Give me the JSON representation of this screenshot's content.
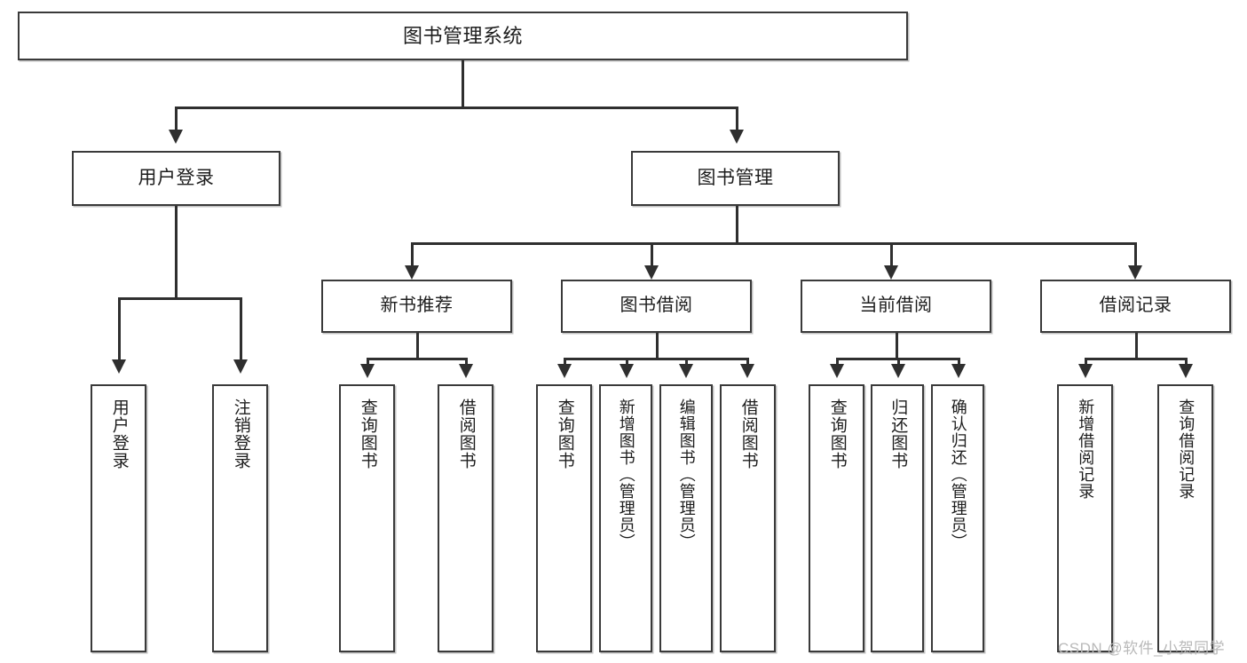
{
  "diagram": {
    "kind": "function-structure-tree",
    "root": {
      "label": "图书管理系统"
    },
    "level2": [
      {
        "label": "用户登录"
      },
      {
        "label": "图书管理"
      }
    ],
    "level3": [
      {
        "label": "新书推荐"
      },
      {
        "label": "图书借阅"
      },
      {
        "label": "当前借阅"
      },
      {
        "label": "借阅记录"
      }
    ],
    "leaves": {
      "user_login": [
        {
          "label": "用户登录"
        },
        {
          "label": "注销登录"
        }
      ],
      "new_book_recommend": [
        {
          "label": "查询图书"
        },
        {
          "label": "借阅图书"
        }
      ],
      "book_borrow": [
        {
          "label": "查询图书"
        },
        {
          "label": "新增图书（管理员）"
        },
        {
          "label": "编辑图书（管理员）"
        },
        {
          "label": "借阅图书"
        }
      ],
      "current_borrow": [
        {
          "label": "查询图书"
        },
        {
          "label": "归还图书"
        },
        {
          "label": "确认归还（管理员）"
        }
      ],
      "borrow_record": [
        {
          "label": "新增借阅记录"
        },
        {
          "label": "查询借阅记录"
        }
      ]
    }
  },
  "watermark": {
    "text": "CSDN @软件_小贺同学"
  },
  "colors": {
    "background": "#ffffff",
    "box_fill": "#ffffff",
    "box_border": "#3a3a3a",
    "connector": "#2f2f2f",
    "text": "#1d1d1d",
    "watermark": "#b9b9b9"
  }
}
